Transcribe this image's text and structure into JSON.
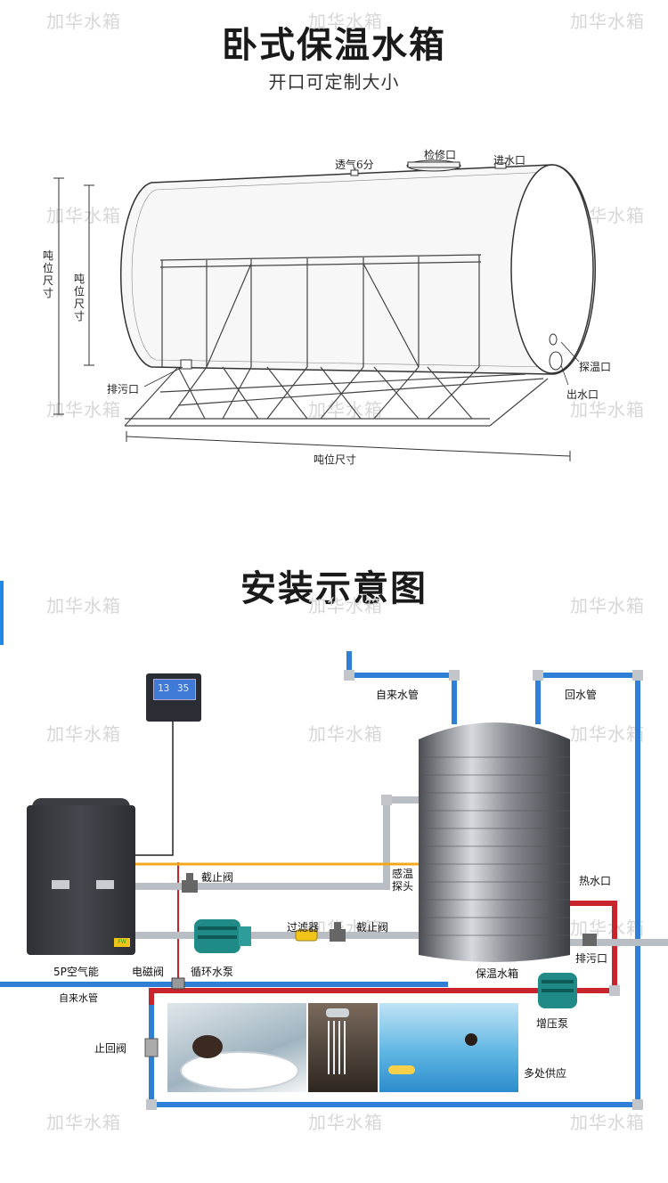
{
  "header": {
    "title": "卧式保温水箱",
    "subtitle": "开口可定制大小"
  },
  "watermark": "加华水箱",
  "tank_labels": {
    "vent": "透气6分",
    "manhole": "检修口",
    "inlet": "进水口",
    "drain": "排污口",
    "probe": "探温口",
    "outlet": "出水口",
    "tonnage_size": "吨位尺寸"
  },
  "install": {
    "title": "安装示意图",
    "tap_water_pipe": "自来水管",
    "return_pipe": "回水管",
    "shutoff_valve": "截止阀",
    "sensor_probe": "感温探头",
    "filter": "过滤器",
    "hot_water_outlet": "热水口",
    "drain_outlet": "排污口",
    "heat_pump": "5P空气能",
    "solenoid_valve": "电磁阀",
    "circulation_pump": "循环水泵",
    "insulated_tank": "保温水箱",
    "tap_water_pipe_2": "自来水管",
    "check_valve": "止回阀",
    "booster_pump": "增压泵",
    "multi_supply": "多处供应",
    "lcd_left": "13",
    "lcd_right": "35"
  },
  "colors": {
    "cold_pipe": "#2f7fd6",
    "hot_pipe": "#c8242b",
    "gray_pipe": "#b9bec4",
    "sensor_wire": "#f2a81d",
    "accent": "#1e88e5"
  }
}
